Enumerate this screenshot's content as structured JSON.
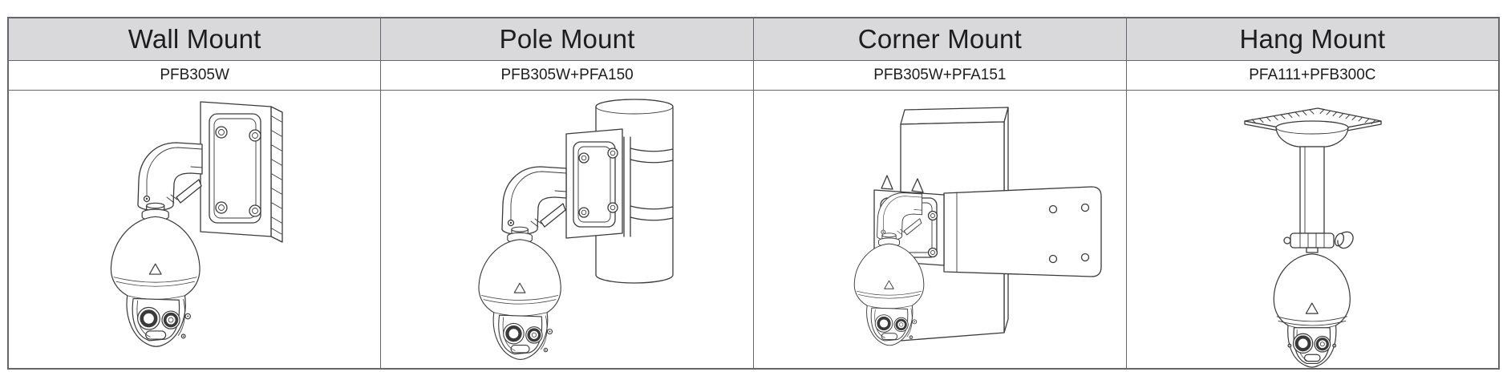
{
  "table": {
    "columns": [
      {
        "header": "Wall Mount",
        "model": "PFB305W",
        "illustration": "wall-mount-camera-diagram"
      },
      {
        "header": "Pole Mount",
        "model": "PFB305W+PFA150",
        "illustration": "pole-mount-camera-diagram"
      },
      {
        "header": "Corner Mount",
        "model": "PFB305W+PFA151",
        "illustration": "corner-mount-camera-diagram"
      },
      {
        "header": "Hang Mount",
        "model": "PFA111+PFB300C",
        "illustration": "hang-mount-camera-diagram"
      }
    ]
  },
  "colors": {
    "header_bg": "#d9d9db",
    "table_border": "#66666b",
    "line_art": "#3a3a3a",
    "text": "#1d1d1f",
    "page_bg": "#ffffff"
  }
}
